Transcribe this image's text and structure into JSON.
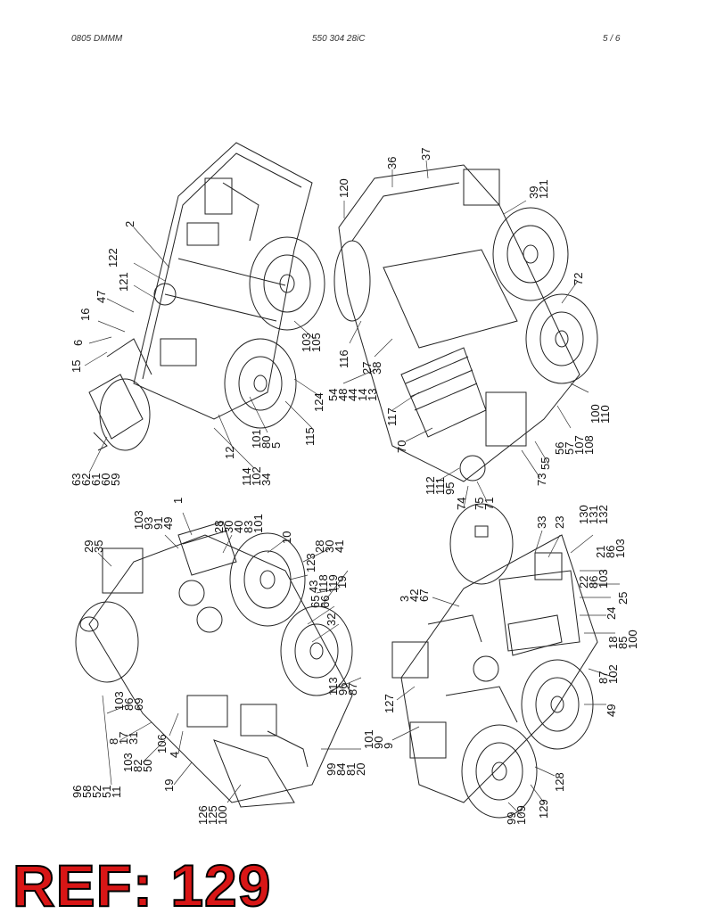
{
  "header": {
    "left": "0805 DMMM",
    "center": "550 304 28iC",
    "page": "5 /   6"
  },
  "reference_label": "REF: 129",
  "views": [
    {
      "id": "view-top-left",
      "callouts": [
        {
          "lines": [
            "63",
            "62",
            "61",
            "60",
            "59"
          ]
        },
        {
          "lines": [
            "15"
          ]
        },
        {
          "lines": [
            "6"
          ]
        },
        {
          "lines": [
            "16"
          ]
        },
        {
          "lines": [
            "47"
          ]
        },
        {
          "lines": [
            "121"
          ]
        },
        {
          "lines": [
            "122"
          ]
        },
        {
          "lines": [
            "2"
          ]
        },
        {
          "lines": [
            "114",
            "102",
            "34"
          ]
        },
        {
          "lines": [
            "12"
          ]
        },
        {
          "lines": [
            "101",
            "80",
            "5"
          ]
        },
        {
          "lines": [
            "115"
          ]
        },
        {
          "lines": [
            "124"
          ]
        },
        {
          "lines": [
            "103",
            "105"
          ]
        }
      ]
    },
    {
      "id": "view-top-right",
      "callouts": [
        {
          "lines": [
            "120"
          ]
        },
        {
          "lines": [
            "36"
          ]
        },
        {
          "lines": [
            "37"
          ]
        },
        {
          "lines": [
            "39",
            "121"
          ]
        },
        {
          "lines": [
            "116"
          ]
        },
        {
          "lines": [
            "27",
            "38"
          ]
        },
        {
          "lines": [
            "54",
            "48",
            "44",
            "14",
            "13"
          ]
        },
        {
          "lines": [
            "117"
          ]
        },
        {
          "lines": [
            "70"
          ]
        },
        {
          "lines": [
            "112",
            "111",
            "95"
          ]
        },
        {
          "lines": [
            "74"
          ]
        },
        {
          "lines": [
            "75",
            "71"
          ]
        },
        {
          "lines": [
            "73"
          ]
        },
        {
          "lines": [
            "55"
          ]
        },
        {
          "lines": [
            "56",
            "57",
            "107",
            "108"
          ]
        },
        {
          "lines": [
            "100",
            "110"
          ]
        },
        {
          "lines": [
            "72"
          ]
        }
      ]
    },
    {
      "id": "view-bottom-left",
      "callouts": [
        {
          "lines": [
            "29",
            "35"
          ]
        },
        {
          "lines": [
            "103",
            "93",
            "91",
            "49"
          ]
        },
        {
          "lines": [
            "1"
          ]
        },
        {
          "lines": [
            "28",
            "30",
            "40",
            "83",
            "101"
          ]
        },
        {
          "lines": [
            "10"
          ]
        },
        {
          "lines": [
            "28",
            "30",
            "41"
          ]
        },
        {
          "lines": [
            "123"
          ]
        },
        {
          "lines": [
            "43",
            "118",
            "119"
          ]
        },
        {
          "lines": [
            "19"
          ]
        },
        {
          "lines": [
            "65",
            "66"
          ]
        },
        {
          "lines": [
            "32"
          ]
        },
        {
          "lines": [
            "113",
            "96",
            "87"
          ]
        },
        {
          "lines": [
            "99",
            "84",
            "81",
            "20"
          ]
        },
        {
          "lines": [
            "126",
            "125",
            "100"
          ]
        },
        {
          "lines": [
            "19"
          ]
        },
        {
          "lines": [
            "4"
          ]
        },
        {
          "lines": [
            "106"
          ]
        },
        {
          "lines": [
            "103",
            "82",
            "50"
          ]
        },
        {
          "lines": [
            "8",
            "17",
            "31"
          ]
        },
        {
          "lines": [
            "103",
            "86",
            "69"
          ]
        },
        {
          "lines": [
            "96",
            "58",
            "52",
            "51",
            "11"
          ]
        }
      ]
    },
    {
      "id": "view-bottom-right",
      "callouts": [
        {
          "lines": [
            "3",
            "42",
            "67"
          ]
        },
        {
          "lines": [
            "33"
          ]
        },
        {
          "lines": [
            "23"
          ]
        },
        {
          "lines": [
            "130",
            "131",
            "132"
          ]
        },
        {
          "lines": [
            "21",
            "86",
            "103"
          ]
        },
        {
          "lines": [
            "22",
            "86",
            "103"
          ]
        },
        {
          "lines": [
            "25"
          ]
        },
        {
          "lines": [
            "24"
          ]
        },
        {
          "lines": [
            "18",
            "85",
            "100"
          ]
        },
        {
          "lines": [
            "87",
            "102"
          ]
        },
        {
          "lines": [
            "49"
          ]
        },
        {
          "lines": [
            "128"
          ]
        },
        {
          "lines": [
            "129"
          ]
        },
        {
          "lines": [
            "99",
            "109"
          ]
        },
        {
          "lines": [
            "101",
            "90",
            "9"
          ]
        },
        {
          "lines": [
            "127"
          ]
        }
      ]
    }
  ]
}
